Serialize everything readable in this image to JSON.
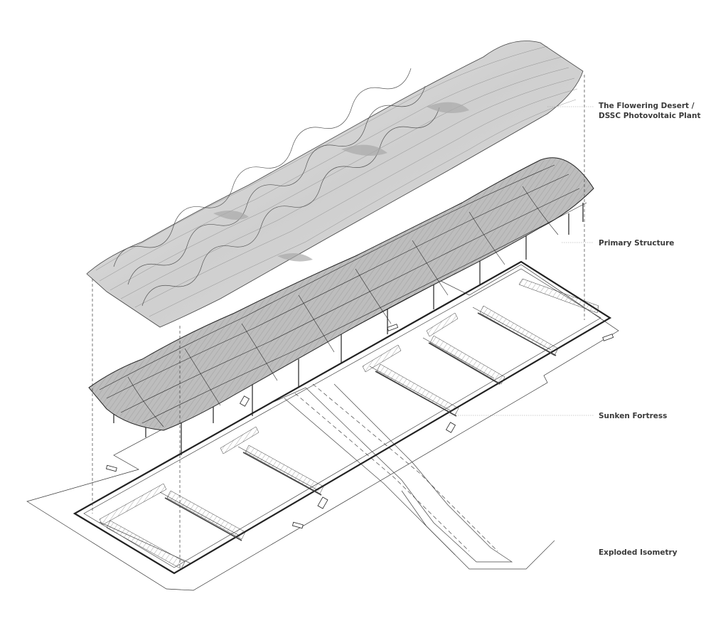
{
  "labels": {
    "canopy_line1": "The Flowering Desert /",
    "canopy_line2": "DSSC Photovoltaic Plant",
    "structure": "Primary Structure",
    "fortress": "Sunken Fortress",
    "view": "Exploded Isometry"
  },
  "colors": {
    "canopy_fill": "#d6d6d6",
    "canopy_shadow": "#a9a9a9",
    "line": "#222222",
    "label": "#3a3a3a"
  }
}
